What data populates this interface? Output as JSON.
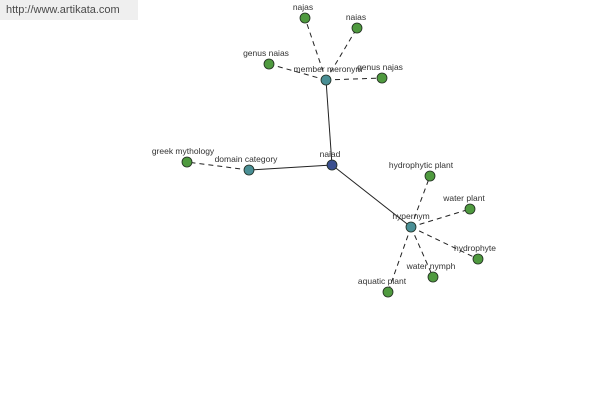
{
  "header": {
    "url": "http://www.artikata.com"
  },
  "graph": {
    "nodes": [
      {
        "id": "naiad",
        "label": "naiad",
        "kind": "center"
      },
      {
        "id": "member-meronym",
        "label": "member meronym",
        "kind": "relation"
      },
      {
        "id": "domain-category",
        "label": "domain category",
        "kind": "relation"
      },
      {
        "id": "hypernym",
        "label": "hypernym",
        "kind": "relation"
      },
      {
        "id": "najas-1",
        "label": "najas",
        "kind": "term"
      },
      {
        "id": "naias",
        "label": "naias",
        "kind": "term"
      },
      {
        "id": "genus-naias",
        "label": "genus naias",
        "kind": "term"
      },
      {
        "id": "genus-najas",
        "label": "genus najas",
        "kind": "term"
      },
      {
        "id": "greek-mythology",
        "label": "greek mythology",
        "kind": "term"
      },
      {
        "id": "hydrophytic-plant",
        "label": "hydrophytic plant",
        "kind": "term"
      },
      {
        "id": "water-plant",
        "label": "water plant",
        "kind": "term"
      },
      {
        "id": "hydrophyte",
        "label": "hydrophyte",
        "kind": "term"
      },
      {
        "id": "water-nymph",
        "label": "water nymph",
        "kind": "term"
      },
      {
        "id": "aquatic-plant",
        "label": "aquatic plant",
        "kind": "term"
      }
    ],
    "edges": [
      {
        "from": "naiad",
        "to": "member-meronym",
        "style": "solid"
      },
      {
        "from": "naiad",
        "to": "domain-category",
        "style": "solid"
      },
      {
        "from": "naiad",
        "to": "hypernym",
        "style": "solid"
      },
      {
        "from": "member-meronym",
        "to": "najas-1",
        "style": "dashed"
      },
      {
        "from": "member-meronym",
        "to": "naias",
        "style": "dashed"
      },
      {
        "from": "member-meronym",
        "to": "genus-naias",
        "style": "dashed"
      },
      {
        "from": "member-meronym",
        "to": "genus-najas",
        "style": "dashed"
      },
      {
        "from": "domain-category",
        "to": "greek-mythology",
        "style": "dashed"
      },
      {
        "from": "hypernym",
        "to": "hydrophytic-plant",
        "style": "dashed"
      },
      {
        "from": "hypernym",
        "to": "water-plant",
        "style": "dashed"
      },
      {
        "from": "hypernym",
        "to": "hydrophyte",
        "style": "dashed"
      },
      {
        "from": "hypernym",
        "to": "water-nymph",
        "style": "dashed"
      },
      {
        "from": "hypernym",
        "to": "aquatic-plant",
        "style": "dashed"
      }
    ],
    "colors": {
      "center": "#3a4f8f",
      "relation": "#4a8f95",
      "term": "#4f9a3f",
      "stroke": "#1f2a1f",
      "edge": "#222222"
    }
  }
}
